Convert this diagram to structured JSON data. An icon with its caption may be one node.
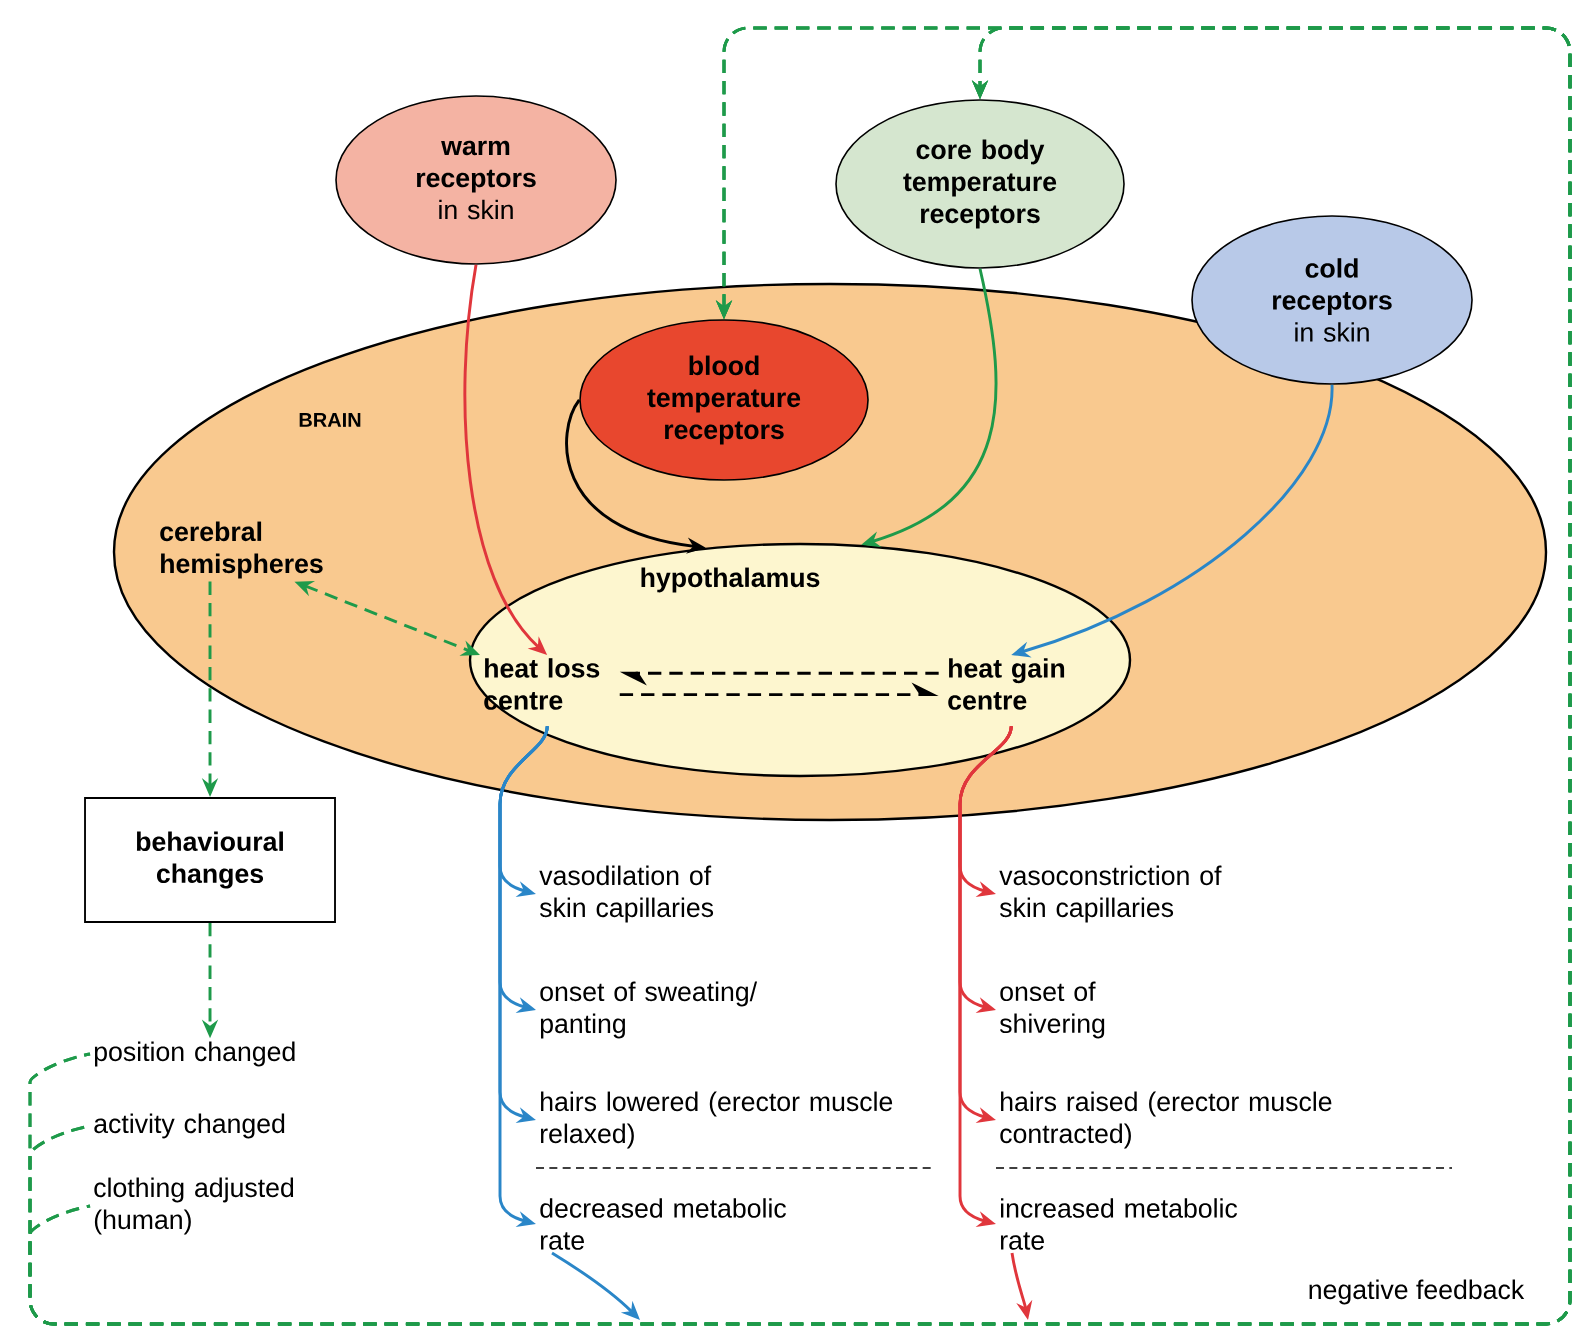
{
  "diagram": {
    "nodes": [
      {
        "text": [
          "BRAIN"
        ]
      },
      {
        "text": [
          "**warm receptors** in skin"
        ]
      },
      {
        "text": [
          "core body temperature receptors"
        ]
      },
      {
        "text": [
          "**cold receptors** in skin"
        ]
      },
      {
        "text": [
          "blood temperature receptors"
        ],
        "in": 0
      },
      {
        "text": [
          "cerebral hemispheres"
        ],
        "in": 0
      },
      {
        "text": [
          "hypothalamus"
        ],
        "in": 0
      },
      {
        "text": [
          "heat loss centre"
        ],
        "in": 6
      },
      {
        "text": [
          "heat gain centre"
        ],
        "in": 6
      },
      {
        "text": [
          "behavioural changes"
        ]
      },
      {
        "text": [
          "position changed"
        ]
      },
      {
        "text": [
          "activity changed"
        ]
      },
      {
        "text": [
          "clothing adjusted (human)"
        ]
      },
      {
        "text": [
          "vasodilation of skin capillaries"
        ]
      },
      {
        "text": [
          "onset of sweating/ panting"
        ]
      },
      {
        "text": [
          "hairs lowered (erector muscle relaxed)"
        ]
      },
      {
        "text": [
          "decreased metabolic rate"
        ]
      },
      {
        "text": [
          "vasoconstriction of skin capillaries"
        ]
      },
      {
        "text": [
          "onset of shivering"
        ]
      },
      {
        "text": [
          "hairs raised (erector muscle contracted)"
        ]
      },
      {
        "text": [
          "increased metabolic rate"
        ]
      }
    ],
    "edges": [
      {
        "from": 1,
        "to": 7,
        "arrow": "to",
        "color": "#e0363c"
      },
      {
        "from": 2,
        "to": 6,
        "arrow": "to",
        "color": "#1e9a4a"
      },
      {
        "from": 3,
        "to": 8,
        "arrow": "to",
        "color": "#2a86c8"
      },
      {
        "from": 4,
        "to": 6,
        "arrow": "to",
        "color": "#000000"
      },
      {
        "from": 5,
        "to": 7,
        "arrow": "both",
        "style": "dashed",
        "color": "#1e9a4a"
      },
      {
        "from": 7,
        "to": 8,
        "arrow": "to",
        "style": "dashed",
        "color": "#000000"
      },
      {
        "from": 8,
        "to": 7,
        "arrow": "to",
        "style": "dashed",
        "color": "#000000"
      },
      {
        "from": 5,
        "to": 9,
        "arrow": "to",
        "style": "dashed",
        "color": "#1e9a4a"
      },
      {
        "from": 9,
        "to": 10,
        "arrow": "to",
        "style": "dashed",
        "color": "#1e9a4a"
      },
      {
        "from": 7,
        "to": 13,
        "arrow": "to",
        "color": "#2a86c8"
      },
      {
        "from": 7,
        "to": 14,
        "arrow": "to",
        "color": "#2a86c8"
      },
      {
        "from": 7,
        "to": 15,
        "arrow": "to",
        "color": "#2a86c8"
      },
      {
        "from": 7,
        "to": 16,
        "arrow": "to",
        "color": "#2a86c8"
      },
      {
        "from": 8,
        "to": 17,
        "arrow": "to",
        "color": "#e0363c"
      },
      {
        "from": 8,
        "to": 18,
        "arrow": "to",
        "color": "#e0363c"
      },
      {
        "from": 8,
        "to": 19,
        "arrow": "to",
        "color": "#e0363c"
      },
      {
        "from": 8,
        "to": 20,
        "arrow": "to",
        "color": "#e0363c"
      },
      {
        "from": 16,
        "to": null,
        "arrow": "to",
        "color": "#2a86c8"
      },
      {
        "from": 20,
        "to": null,
        "arrow": "to",
        "color": "#e0363c"
      },
      {
        "from": 10,
        "to": 4,
        "arrow": "to",
        "style": "dashed",
        "color": "#1e9a4a"
      },
      {
        "from": 10,
        "to": 2,
        "arrow": "to",
        "style": "dashed",
        "color": "#1e9a4a"
      },
      {
        "from": 11,
        "to": 4,
        "arrow": "to",
        "style": "dashed",
        "color": "#1e9a4a"
      },
      {
        "from": 11,
        "to": 2,
        "arrow": "to",
        "style": "dashed",
        "color": "#1e9a4a"
      },
      {
        "from": 12,
        "to": 4,
        "arrow": "to",
        "style": "dashed",
        "color": "#1e9a4a"
      },
      {
        "from": 12,
        "to": 2,
        "arrow": "to",
        "style": "dashed",
        "color": "#1e9a4a"
      }
    ],
    "labels": [
      "negative feedback"
    ]
  }
}
